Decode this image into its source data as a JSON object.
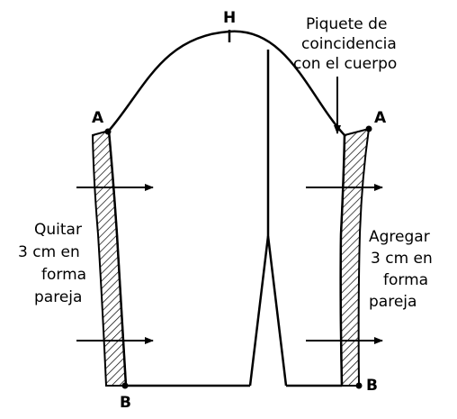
{
  "labels": {
    "top_point": "H",
    "left_top_point": "A",
    "right_top_point": "A",
    "left_bottom_point": "B",
    "right_bottom_point": "B"
  },
  "notch_note": {
    "line1": "Piquete de",
    "line2": "coincidencia",
    "line3": "con el cuerpo"
  },
  "left_note": {
    "line1": "Quitar",
    "line2": "3 cm en",
    "line3": "forma",
    "line4": "pareja"
  },
  "right_note": {
    "line1": "Agregar",
    "line2": "3 cm en",
    "line3": "forma",
    "line4": "pareja"
  },
  "colors": {
    "ink": "#000000",
    "background": "#ffffff"
  }
}
